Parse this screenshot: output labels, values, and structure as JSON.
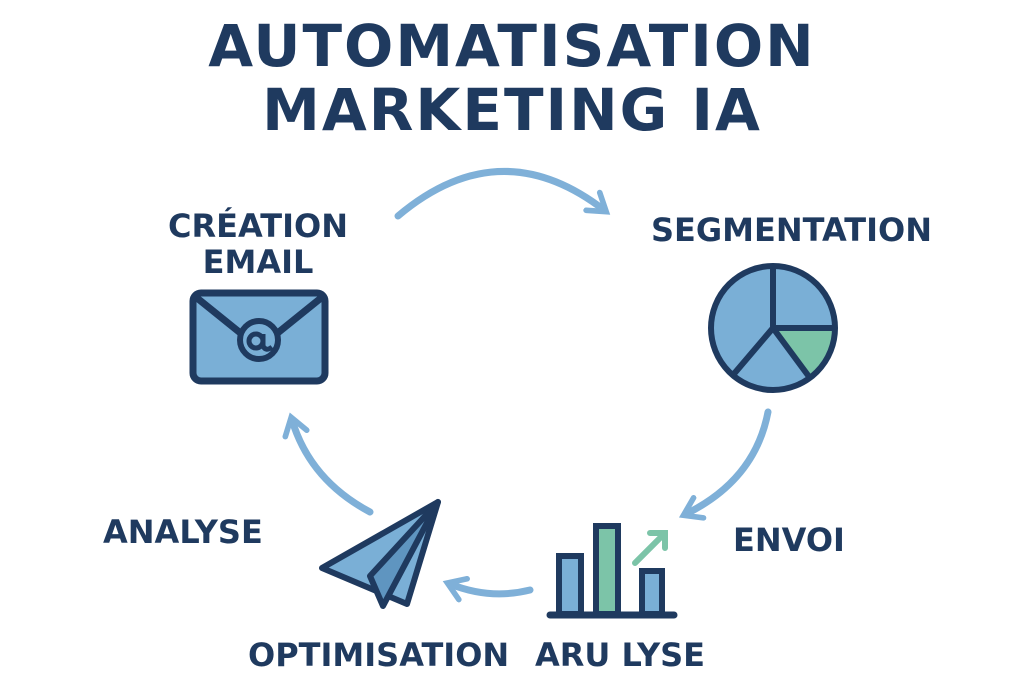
{
  "title": {
    "line1": "AUTOMATISATION",
    "line2": "MARKETING IA"
  },
  "steps": {
    "creation_email": {
      "line1": "CRÉATION",
      "line2": "EMAIL",
      "icon": "email-envelope-icon"
    },
    "segmentation": {
      "label": "SEGMENTATION",
      "icon": "pie-chart-icon"
    },
    "envoi": {
      "label": "ENVOI",
      "icon": "bar-chart-icon"
    },
    "analyse": {
      "label": "ANALYSE",
      "icon": "paper-plane-icon"
    },
    "optimisation": {
      "label": "OPTIMISATION"
    },
    "arulyse": {
      "label": "ARU LYSE"
    }
  },
  "colors": {
    "navy": "#1f3a5f",
    "light_blue": "#7aafd6",
    "green": "#7cc4a8",
    "arrow": "#7fb0d8"
  }
}
